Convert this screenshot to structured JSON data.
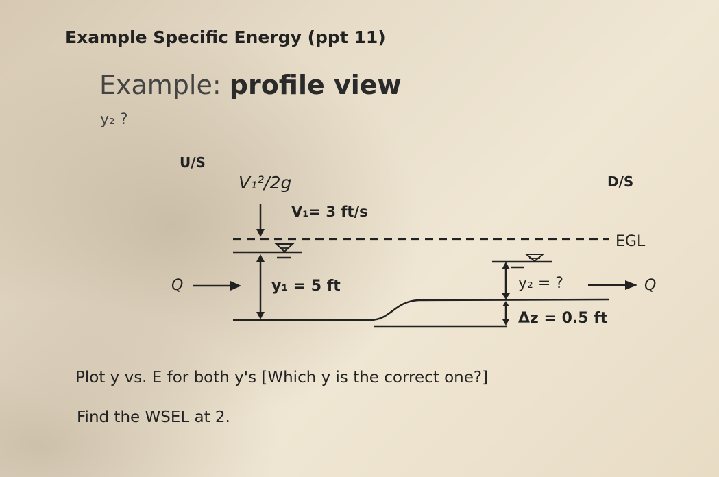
{
  "header": "Example Specific Energy (ppt 11)",
  "title": {
    "prefix": "Example: ",
    "bold": "profile view"
  },
  "question": "y₂ ?",
  "diagram": {
    "upstream_label": "U/S",
    "downstream_label": "D/S",
    "velocity_head": "V₁²/2g",
    "velocity": "V₁= 3 ft/s",
    "egl": "EGL",
    "y1": "y₁ = 5 ft",
    "y2": "y₂ = ?",
    "delta_z": "Δz = 0.5 ft",
    "flow_in": "Q",
    "flow_out": "Q"
  },
  "task_plot": "Plot y vs. E for both y's [Which y is the correct one?]",
  "task_wsel": "Find the WSEL at 2."
}
